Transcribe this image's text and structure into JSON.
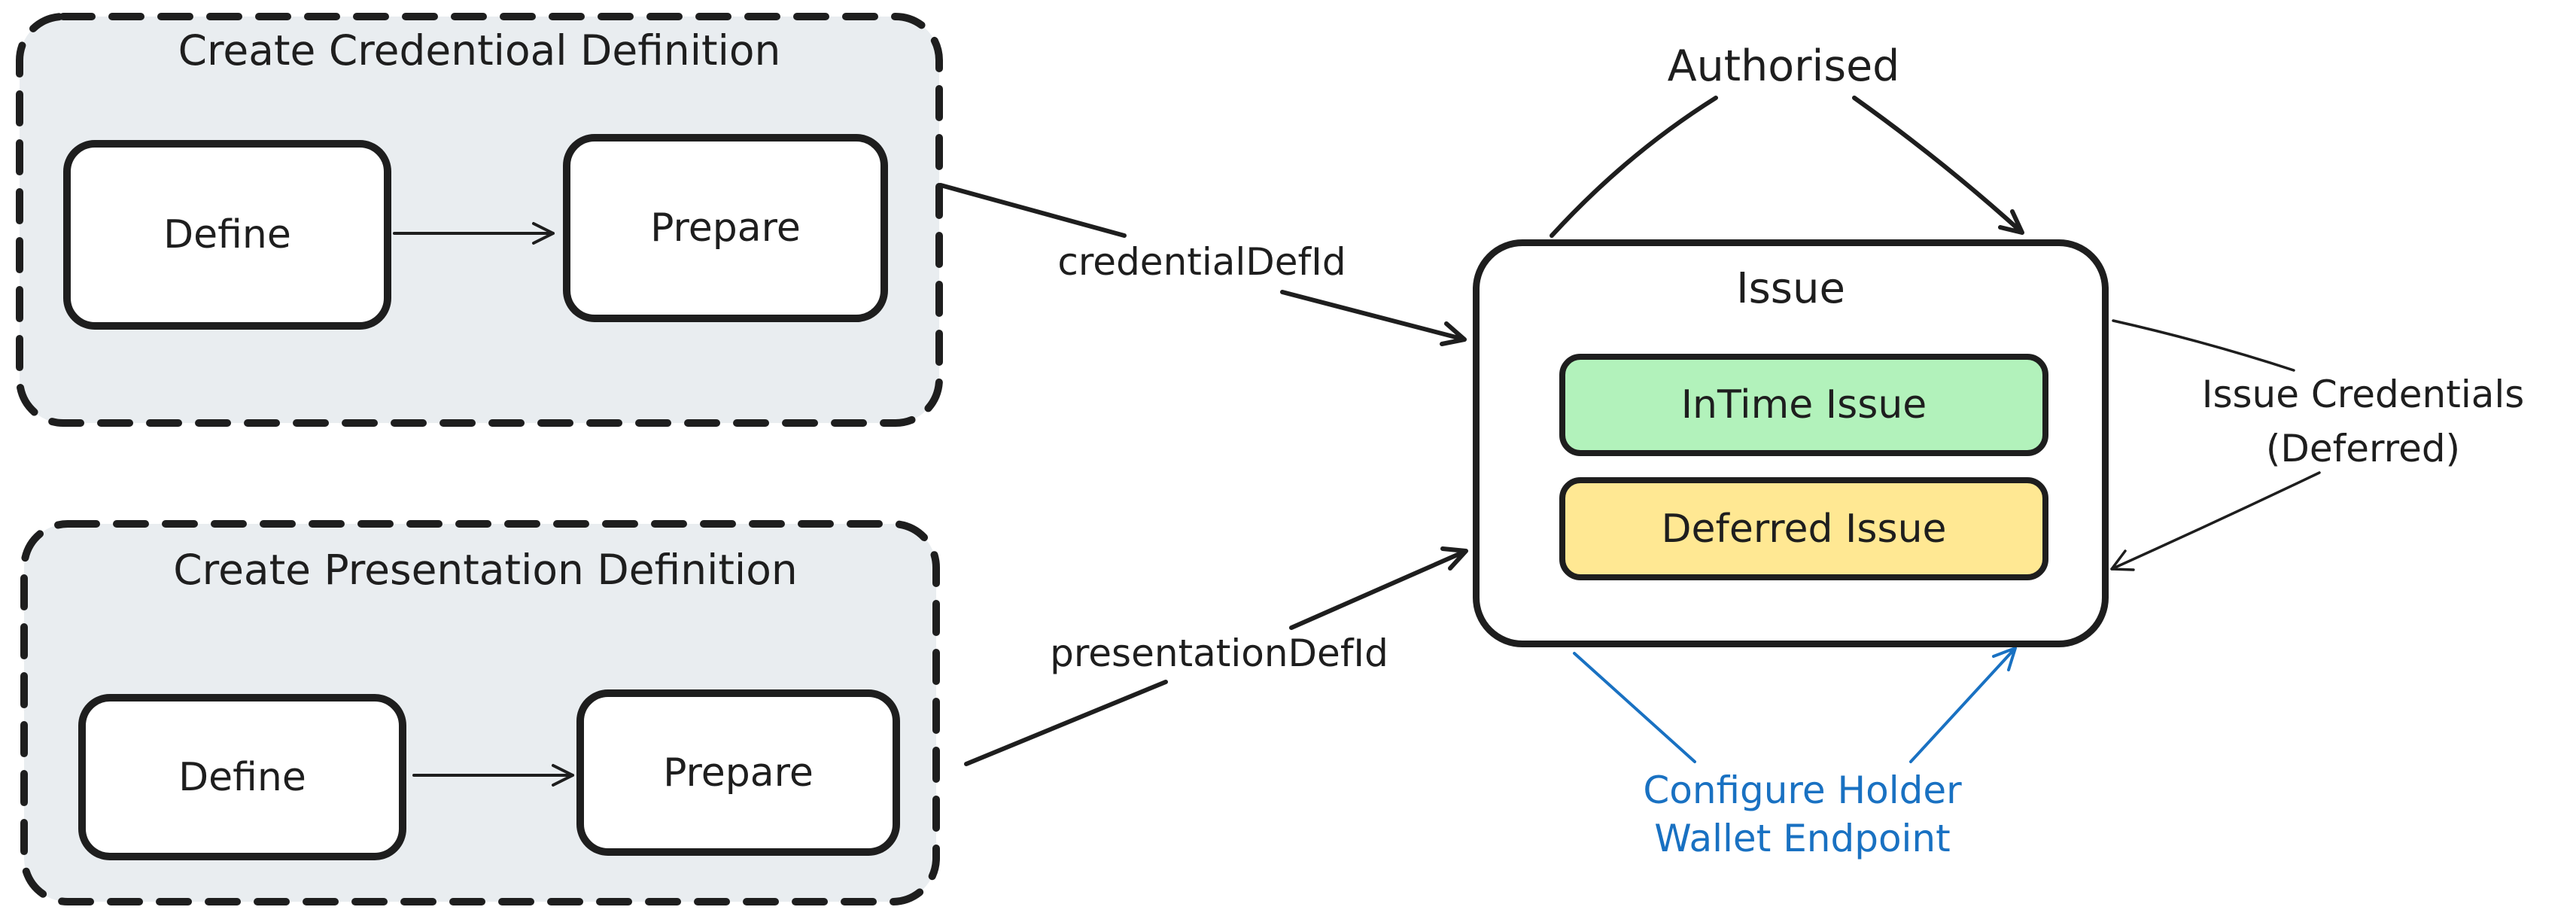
{
  "diagram": {
    "credential_cluster": {
      "title": "Create Credentioal Definition",
      "define": "Define",
      "prepare": "Prepare"
    },
    "presentation_cluster": {
      "title": "Create Presentation Definition",
      "define": "Define",
      "prepare": "Prepare"
    },
    "issue": {
      "title": "Issue",
      "intime": "InTime Issue",
      "deferred": "Deferred Issue"
    },
    "labels": {
      "authorised": "Authorised",
      "credential_def_id": "credentialDefId",
      "presentation_def_id": "presentationDefId",
      "issue_credentials_line1": "Issue Credentials",
      "issue_credentials_line2": "(Deferred)",
      "configure_line1": "Configure Holder",
      "configure_line2": "Wallet Endpoint"
    },
    "colors": {
      "stroke": "#1e1e1e",
      "container_fill": "#e9edf0",
      "node_fill": "#ffffff",
      "intime_fill": "#b2f2bb",
      "deferred_fill": "#ffe893",
      "annotation_blue": "#1971c2"
    }
  }
}
